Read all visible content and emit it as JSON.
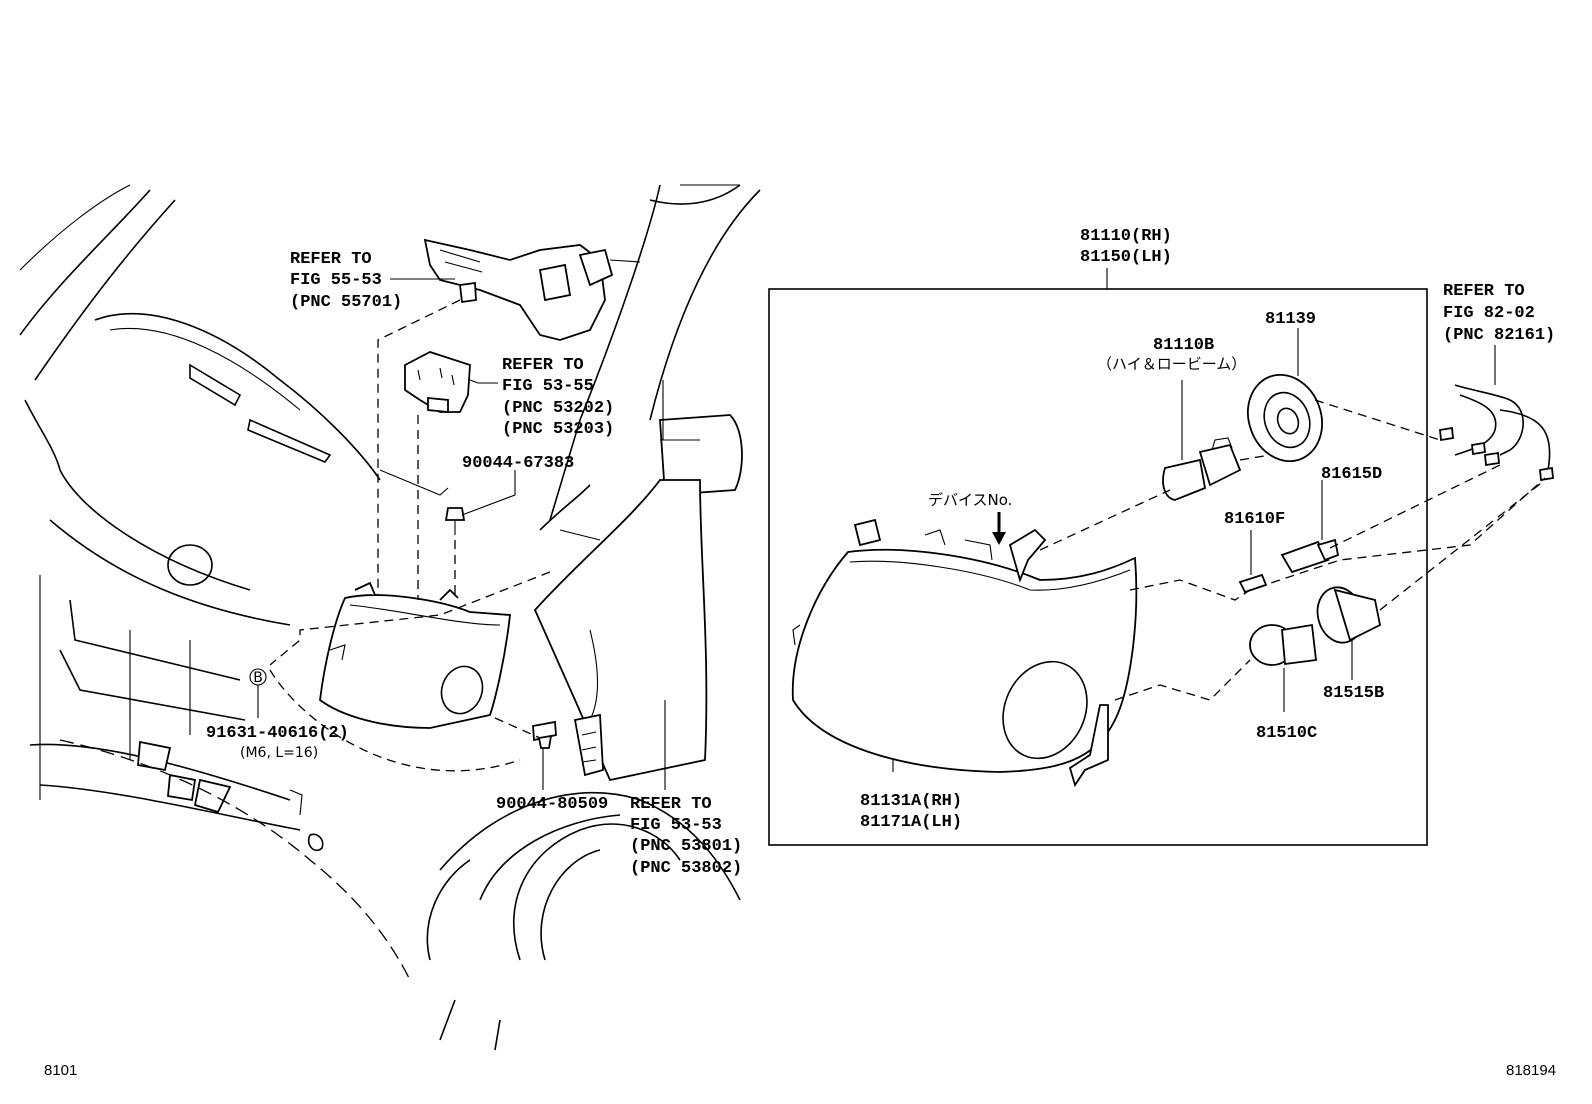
{
  "diagram": {
    "page_code_left": "8101",
    "page_code_right": "818194",
    "device_no_label": "デバイスNo.",
    "callouts": {
      "refer_55_53": {
        "line1": "REFER TO",
        "line2": "FIG 55-53",
        "line3": "(PNC 55701)"
      },
      "refer_53_55": {
        "line1": "REFER TO",
        "line2": "FIG 53-55",
        "line3": "(PNC 53202)",
        "line4": "(PNC 53203)"
      },
      "refer_53_53": {
        "line1": "REFER TO",
        "line2": "FIG 53-53",
        "line3": "(PNC 53801)",
        "line4": "(PNC 53802)"
      },
      "refer_82_02": {
        "line1": "REFER TO",
        "line2": "FIG 82-02",
        "line3": "(PNC 82161)"
      }
    },
    "parts": {
      "p90044_67383": "90044-67383",
      "p90044_80509": "90044-80509",
      "p91631": "91631-40616(2)",
      "p91631_spec": "(M6, L=16)",
      "circle_ref": "B",
      "assy_rh": "81110(RH)",
      "assy_lh": "81150(LH)",
      "p81110b": "81110B",
      "p81110b_note": "（ハイ＆ロービーム）",
      "p81139": "81139",
      "p81615d": "81615D",
      "p81610f": "81610F",
      "p81515b": "81515B",
      "p81510c": "81510C",
      "lens_rh": "81131A(RH)",
      "lens_lh": "81171A(LH)"
    }
  }
}
